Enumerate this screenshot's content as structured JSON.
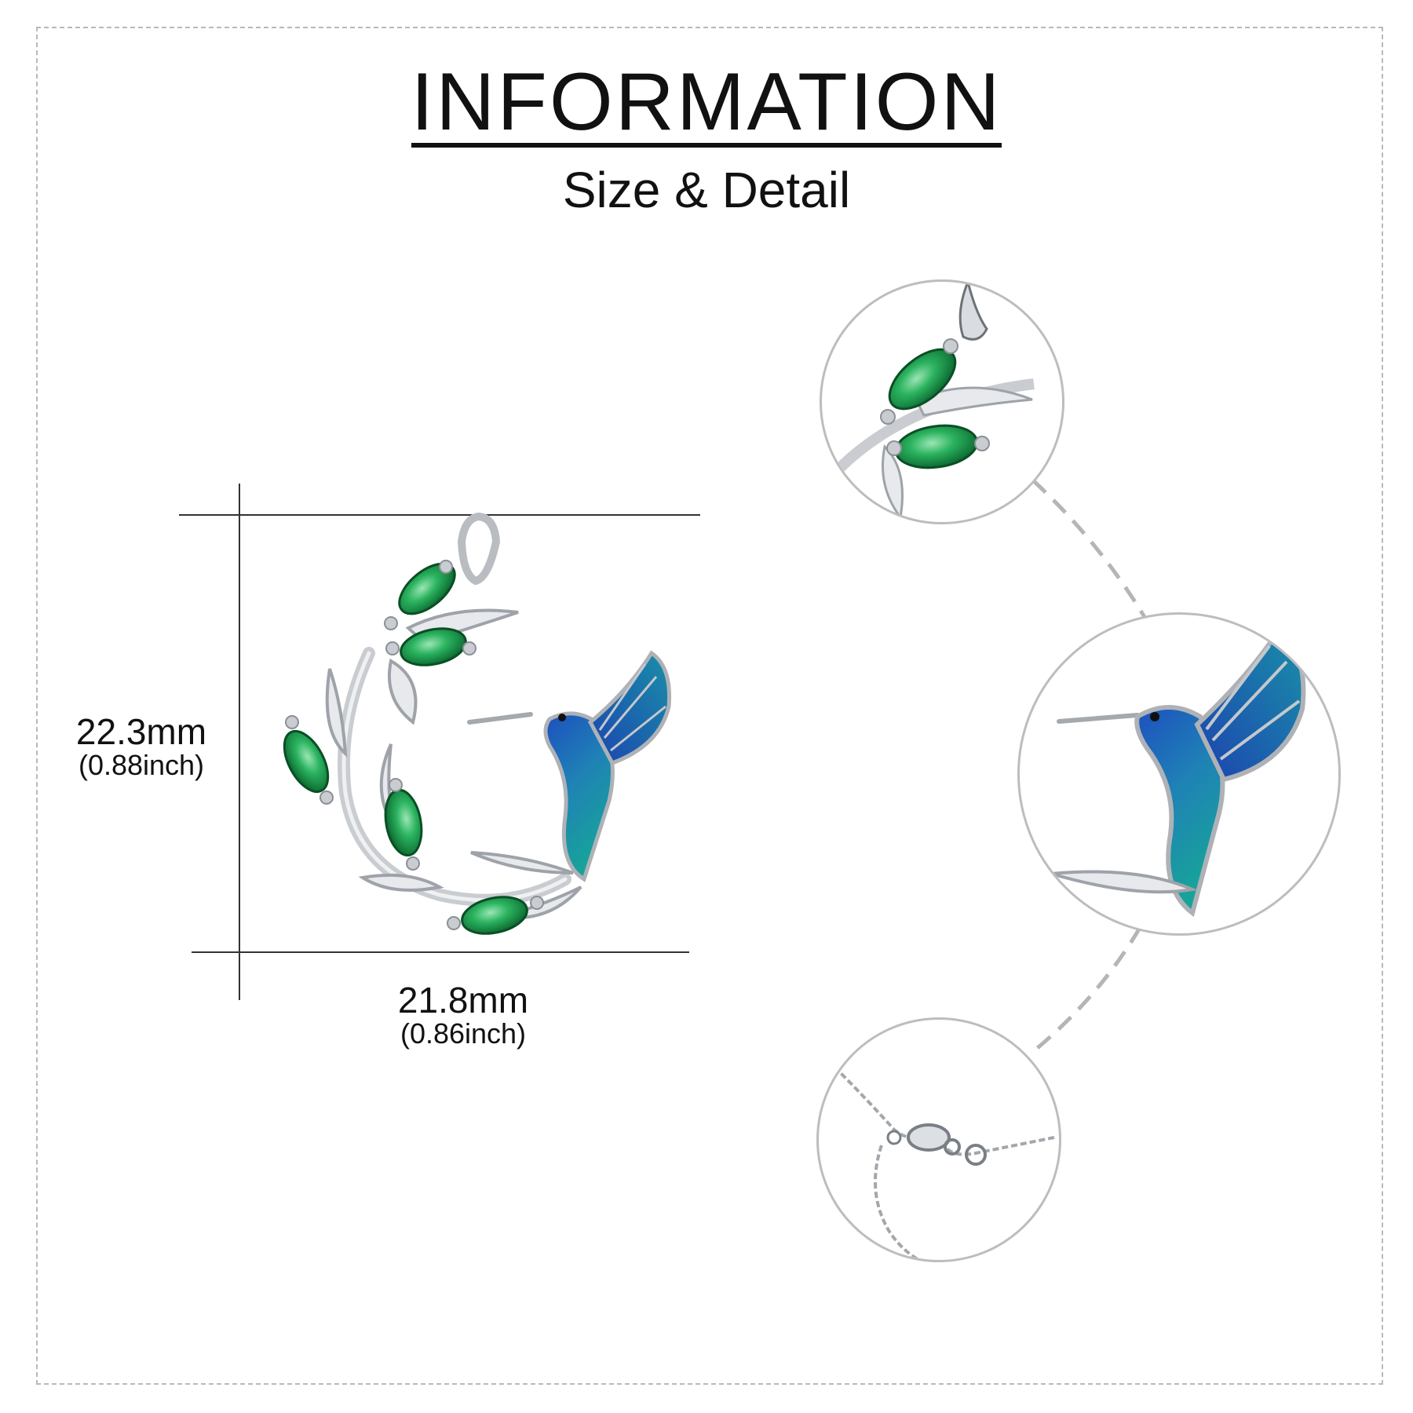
{
  "header": {
    "title": "INFORMATION",
    "subtitle": "Size & Detail"
  },
  "dimensions": {
    "height": {
      "mm": "22.3mm",
      "inch": "(0.88inch)"
    },
    "width": {
      "mm": "21.8mm",
      "inch": "(0.86inch)"
    }
  },
  "pendant": {
    "subject": "hummingbird",
    "colors": {
      "silver": "#c9ccd0",
      "emerald": "#1a9a4c",
      "bird_blue": "#1f5fc2",
      "bird_teal": "#1b9a9e",
      "detail_line": "#bdbdbd"
    }
  },
  "detail_views": [
    {
      "icon": "gemstone-leaf-detail-icon"
    },
    {
      "icon": "hummingbird-detail-icon"
    },
    {
      "icon": "chain-clasp-detail-icon"
    }
  ]
}
